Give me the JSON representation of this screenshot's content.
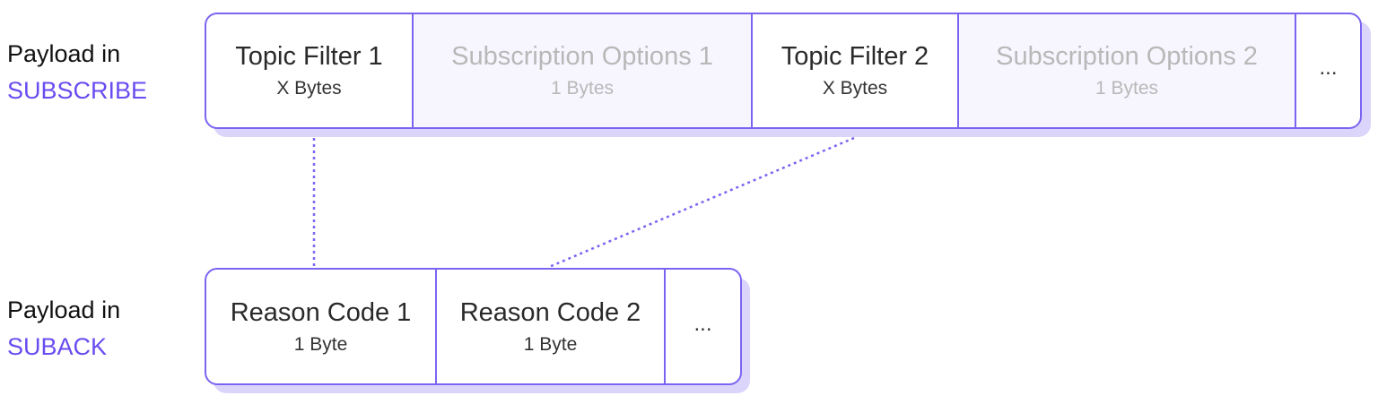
{
  "subscribe": {
    "label_line1": "Payload in",
    "label_line2": "SUBSCRIBE",
    "cells": [
      {
        "name": "Topic Filter 1",
        "size": "X Bytes"
      },
      {
        "name": "Subscription Options 1",
        "size": "1 Bytes"
      },
      {
        "name": "Topic Filter 2",
        "size": "X Bytes"
      },
      {
        "name": "Subscription Options 2",
        "size": "1 Bytes"
      },
      {
        "name": "..."
      }
    ]
  },
  "suback": {
    "label_line1": "Payload in",
    "label_line2": "SUBACK",
    "cells": [
      {
        "name": "Reason Code 1",
        "size": "1 Byte"
      },
      {
        "name": "Reason Code 2",
        "size": "1 Byte"
      },
      {
        "name": "..."
      }
    ]
  },
  "colors": {
    "accent": "#6a4cf0",
    "border": "#7c64f2",
    "shadow": "#dcd5fb",
    "muted_text": "#b8b8b8"
  }
}
